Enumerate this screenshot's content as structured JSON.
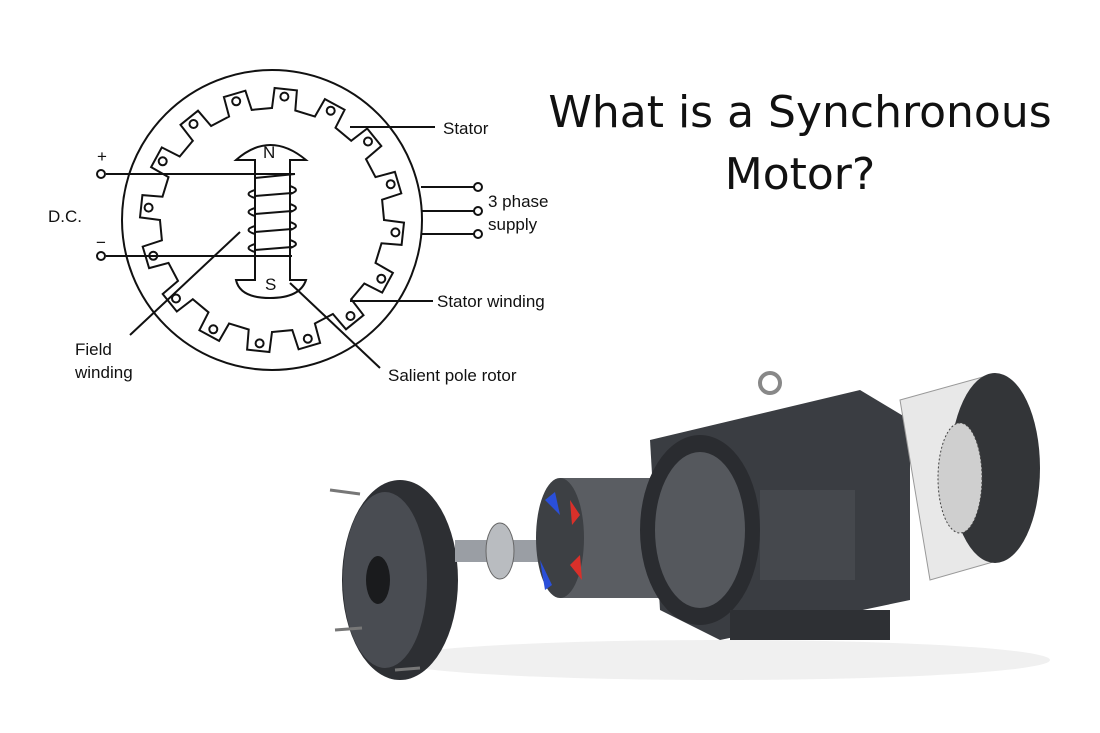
{
  "title": {
    "line1": "What is a Synchronous",
    "line2": "Motor?"
  },
  "diagram": {
    "plus": "+",
    "minus": "−",
    "dc": "D.C.",
    "north": "N",
    "south": "S",
    "stator": "Stator",
    "supply_line1": "3 phase",
    "supply_line2": "supply",
    "stator_winding": "Stator winding",
    "field_winding_line1": "Field",
    "field_winding_line2": "winding",
    "rotor": "Salient pole rotor"
  },
  "colors": {
    "motor_body": "#3a3d42",
    "rotor_red": "#d9302a",
    "rotor_blue": "#2a4fd9"
  }
}
